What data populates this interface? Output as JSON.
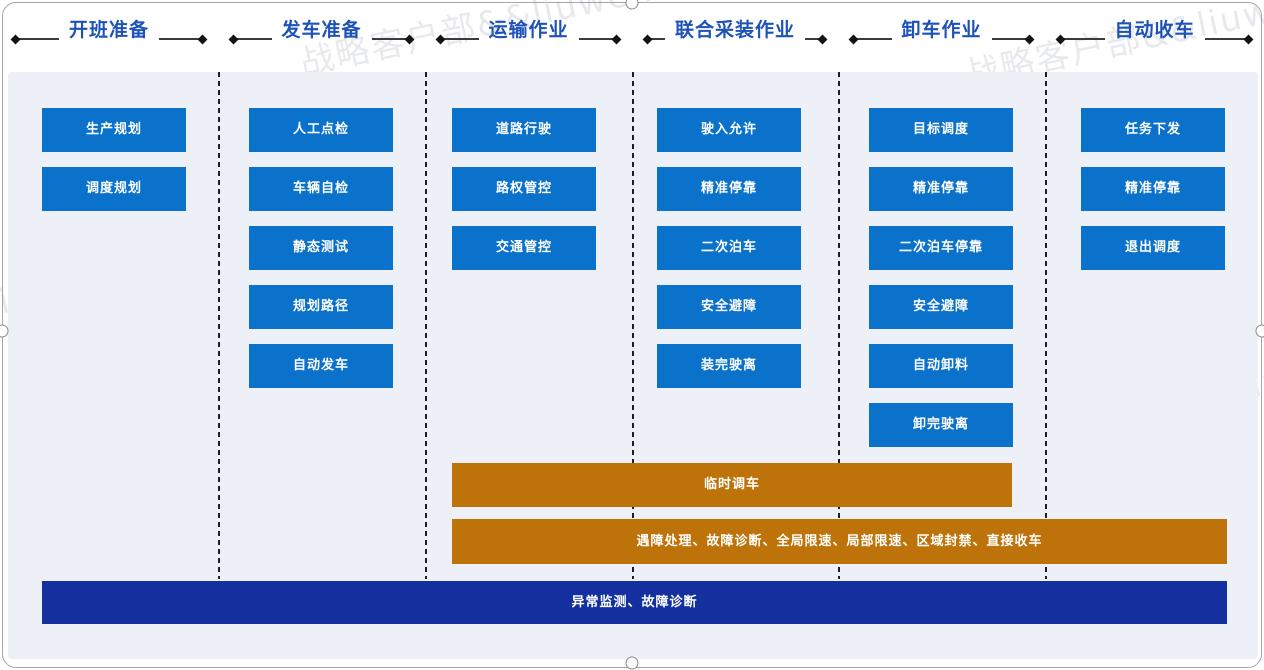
{
  "watermark": {
    "text": "战略客户部&&liuwei.local&&刘威"
  },
  "colors": {
    "step_button_blue": "#0b72cb",
    "exception_bar_orange": "#bd7309",
    "monitor_bar_navy": "#13309e",
    "phase_title_blue": "#1d52b8",
    "panel_background": "#eef0f8"
  },
  "columns": [
    {
      "title": "开班准备",
      "buttons": [
        "生产规划",
        "调度规划"
      ]
    },
    {
      "title": "发车准备",
      "buttons": [
        "人工点检",
        "车辆自检",
        "静态测试",
        "规划路径",
        "自动发车"
      ]
    },
    {
      "title": "运输作业",
      "buttons": [
        "道路行驶",
        "路权管控",
        "交通管控"
      ]
    },
    {
      "title": "联合采装作业",
      "buttons": [
        "驶入允许",
        "精准停靠",
        "二次泊车",
        "安全避障",
        "装完驶离"
      ]
    },
    {
      "title": "卸车作业",
      "buttons": [
        "目标调度",
        "精准停靠",
        "二次泊车停靠",
        "安全避障",
        "自动卸料",
        "卸完驶离"
      ]
    },
    {
      "title": "自动收车",
      "buttons": [
        "任务下发",
        "精准停靠",
        "退出调度"
      ]
    }
  ],
  "bars": {
    "temporary_dispatch": "临时调车",
    "exception_handling": "遇障处理、故障诊断、全局限速、局部限速、区域封禁、直接收车",
    "monitoring": "异常监测、故障诊断"
  }
}
